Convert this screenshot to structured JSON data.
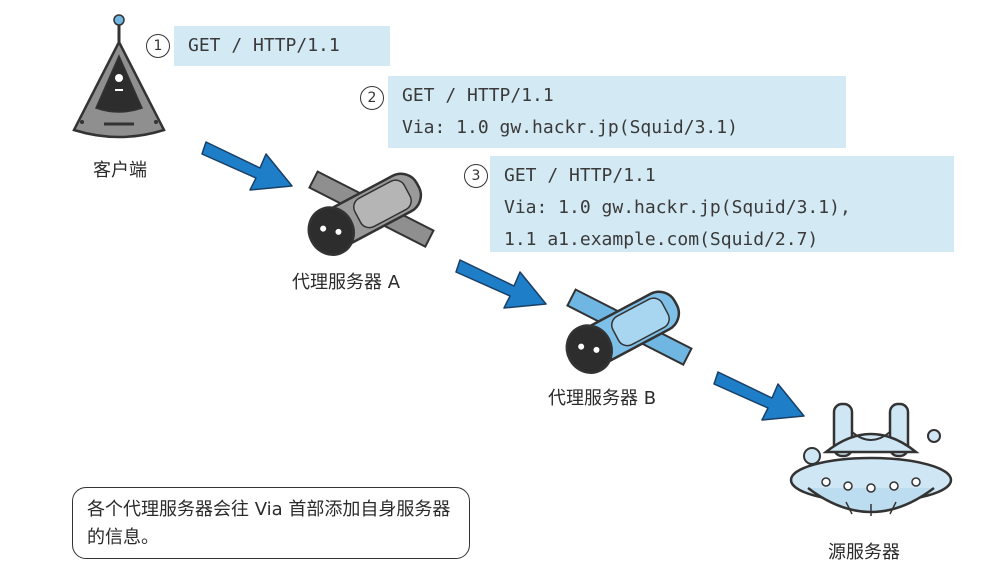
{
  "steps": [
    {
      "number": "1",
      "lines": [
        "GET / HTTP/1.1"
      ]
    },
    {
      "number": "2",
      "lines": [
        "GET / HTTP/1.1",
        "Via: 1.0 gw.hackr.jp(Squid/3.1)"
      ]
    },
    {
      "number": "3",
      "lines": [
        "GET / HTTP/1.1",
        "Via: 1.0 gw.hackr.jp(Squid/3.1),",
        "1.1 a1.example.com(Squid/2.7)"
      ]
    }
  ],
  "nodes": {
    "client": "客户端",
    "proxy_a": "代理服务器 A",
    "proxy_b": "代理服务器 B",
    "origin": "源服务器"
  },
  "note": "各个代理服务器会往 Via 首部添加自身服务器的信息。",
  "colors": {
    "box": "#d3e9f3",
    "arrow": "#1e7fc8",
    "proxy_a_body": "#8f8f8f",
    "proxy_b_body": "#6fb6e3",
    "origin_body": "#cfe6f4"
  }
}
